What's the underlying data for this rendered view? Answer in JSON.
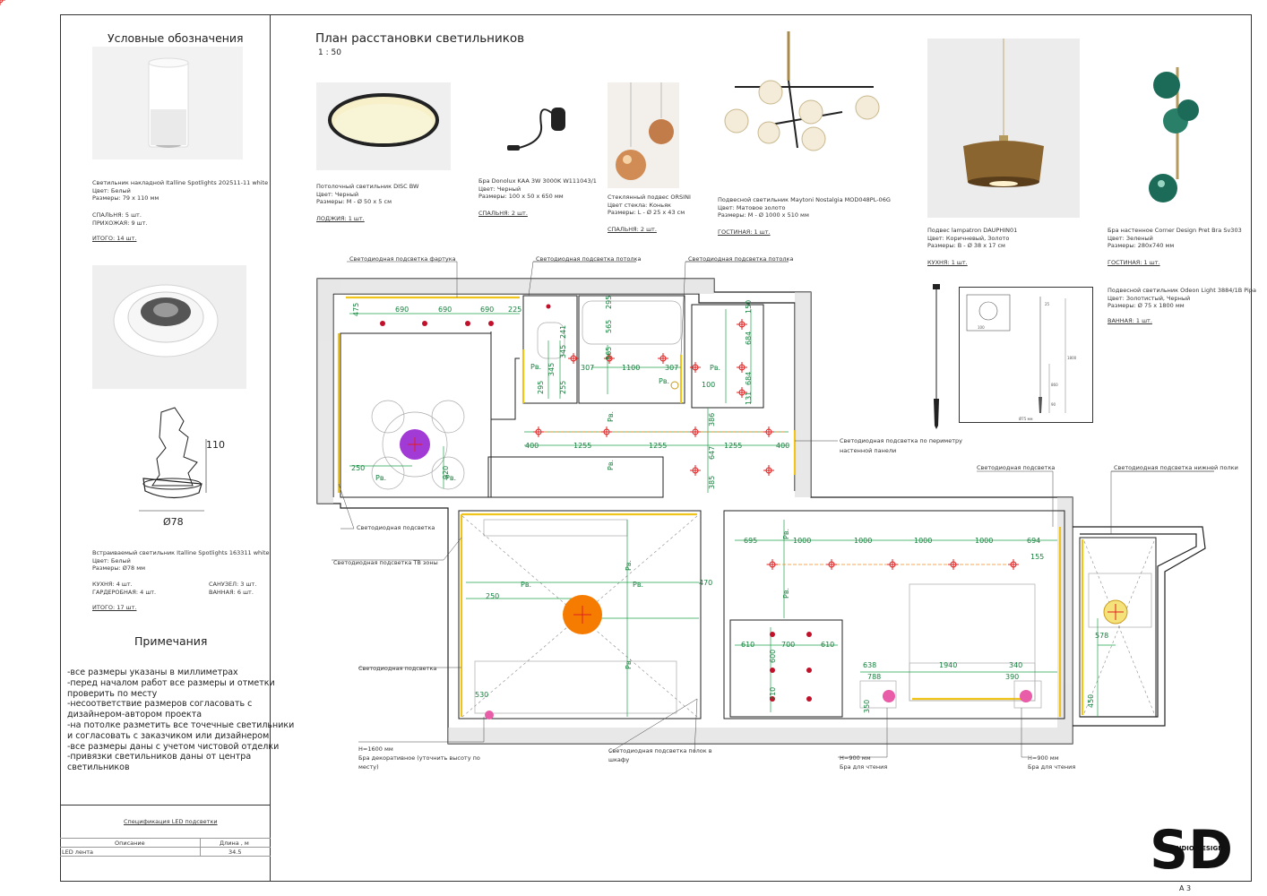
{
  "legend": {
    "title": "Условные обозначения",
    "item1": {
      "lines": [
        "Светильник накладной Italline Spotlights 202511-11 white",
        "Цвет: Белый",
        "Размеры: 79 x 110 мм"
      ],
      "counts": [
        "СПАЛЬНЯ: 5 шт.",
        "ПРИХОЖАЯ: 9 шт."
      ],
      "total": "ИТОГО: 14 шт."
    },
    "item2": {
      "lines": [
        "Встраиваемый светильник Italline Spotlights 163311 white",
        "Цвет: Белый",
        "Размеры: Ø78 мм"
      ],
      "counts_left": [
        "КУХНЯ: 4 шт.",
        "ГАРДЕРОБНАЯ: 4 шт."
      ],
      "counts_right": [
        "САНУЗЕЛ: 3 шт.",
        "ВАННАЯ: 6 шт."
      ],
      "total": "ИТОГО: 17 шт."
    },
    "dim_height": "110",
    "dim_diameter": "Ø78"
  },
  "notes": {
    "title": "Примечания",
    "lines": [
      "-все размеры указаны в миллиметрах",
      "-перед началом работ все размеры и отметки",
      "проверить по месту",
      "-несоответствие размеров согласовать с",
      "дизайнером-автором проекта",
      "-на потолке разметить все точечные светильники",
      "и согласовать с заказчиком или дизайнером",
      "-все размеры даны с учетом чистовой отделки",
      "-привязки светильников даны от центра",
      "светильников"
    ]
  },
  "spec": {
    "title": "Спецификация LED подсветки",
    "col1": "Описание",
    "col2": "Длина , м",
    "row_label": "LED лента",
    "row_value": "34.5"
  },
  "plan": {
    "title": "План расстановки светильников",
    "scale": "1 : 50"
  },
  "products": [
    {
      "lines": [
        "Потолочный светильник DISC BW",
        "Цвет: Черный",
        "Размеры: M - Ø 50 x 5 см"
      ],
      "qty": "ЛОДЖИЯ: 1 шт."
    },
    {
      "lines": [
        "Бра Donolux KAA 3W 3000K W111043/1",
        "Цвет: Черный",
        "Размеры: 100 x 50 x 650 мм"
      ],
      "qty": "СПАЛЬНЯ: 2 шт."
    },
    {
      "lines": [
        "Стеклянный подвес ORSINI",
        "Цвет стекла: Коньяк",
        "Размеры: L - Ø 25 x 43 см"
      ],
      "qty": "СПАЛЬНЯ: 2 шт."
    },
    {
      "lines": [
        "Подвесной светильник Maytoni Nostalgia MOD048PL-06G",
        "Цвет: Матовое золото",
        "Размеры: М - Ø 1000 x 510 мм"
      ],
      "qty": "ГОСТИНАЯ: 1 шт."
    },
    {
      "lines": [
        "Подвес lampatron DAUPHIN01",
        "Цвет: Коричневый, Золото",
        "Размеры: B - Ø 38 x 17 см"
      ],
      "qty": "КУХНЯ: 1 шт."
    },
    {
      "lines": [
        "Бра настенное Corner Design Pret Bra Sv303",
        "Цвет: Зеленый",
        "Размеры: 280x740 мм"
      ],
      "qty": "ГОСТИНАЯ: 1 шт."
    },
    {
      "lines": [
        "Подвесной светильник Odeon Light 3884/1B Pipa",
        "Цвет: Золотистый, Черный",
        "Размеры: Ø 75 x 1800 мм"
      ],
      "qty": "ВАННАЯ: 1 шт."
    }
  ],
  "callouts": {
    "apron": "Светодиодная подсветка фартука",
    "ceiling1": "Светодиодная подсветка потолка",
    "ceiling2": "Светодиодная подсветка потолка",
    "perimeter1": "Светодиодная подсветка по периметру",
    "perimeter2": "настенной панели",
    "led_right": "Светодиодная подсветка",
    "shelf_bottom": "Светодиодная подсветка нижней полки",
    "led_left1": "Светодиодная подсветка",
    "tv": "Светодиодная подсветка ТВ зоны",
    "led_left2": "Светодиодная подсветка",
    "h1600": "H=1600 мм",
    "deco1": "Бра декоративное (уточнить высоту по",
    "deco2": "месту)",
    "wardrobe1": "Светодиодная подсветка полок в",
    "wardrobe2": "шкафу",
    "h900a": "H=900 мм",
    "read_a": "Бра для чтения",
    "h900b": "H=900 мм",
    "read_b": "Бра для чтения"
  },
  "dims": {
    "k475": "475",
    "k690a": "690",
    "k690b": "690",
    "k690c": "690",
    "k225": "225",
    "k250": "250",
    "k920": "920",
    "c400a": "400",
    "c1255a": "1255",
    "c1255b": "1255",
    "c1255c": "1255",
    "c400b": "400",
    "c386": "386",
    "c647": "647",
    "c385": "385",
    "b307a": "307",
    "b1100": "1100",
    "b307b": "307",
    "b565a": "565",
    "b565b": "565",
    "b295a": "295",
    "b241": "241",
    "b345a": "345",
    "b345b": "345",
    "b255": "255",
    "b295b": "295",
    "h150": "150",
    "h684a": "684",
    "h684b": "684",
    "h131": "131",
    "h100": "100",
    "l250": "250",
    "l470": "470",
    "l530": "530",
    "r695": "695",
    "r1000a": "1000",
    "r1000b": "1000",
    "r1000c": "1000",
    "r1000d": "1000",
    "r694": "694",
    "r155": "155",
    "w610a": "610",
    "w700": "700",
    "w610b": "610",
    "w600": "600",
    "w710": "710",
    "s638": "638",
    "s788": "788",
    "s1940": "1940",
    "s340": "340",
    "s390": "390",
    "s350": "350",
    "lg578": "578",
    "lg450": "450",
    "rv": "Рв.",
    "pd100": "100",
    "pd25": "25",
    "pd1800": "1800",
    "pd860": "860",
    "pd90": "90",
    "pd75": "Ø75 мм"
  },
  "logo": {
    "letters": "SD",
    "studio": "STUDIO DESIGN"
  },
  "sheet": "А 3"
}
